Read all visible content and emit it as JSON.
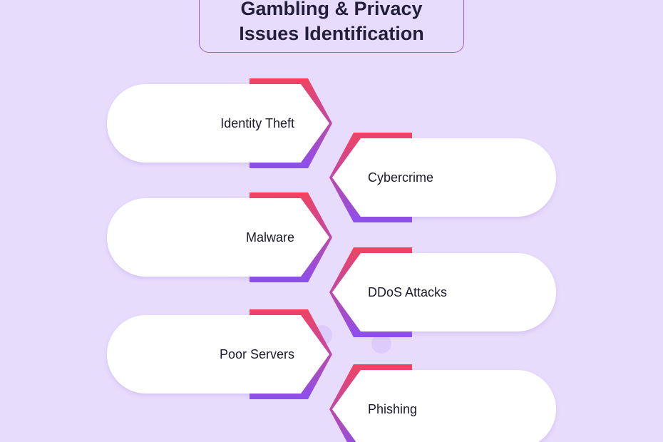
{
  "title": {
    "line1": "Gambling & Privacy",
    "line2": "Issues Identification"
  },
  "items": [
    {
      "label": "Identity Theft",
      "side": "left"
    },
    {
      "label": "Cybercrime",
      "side": "right"
    },
    {
      "label": "Malware",
      "side": "left"
    },
    {
      "label": "DDoS Attacks",
      "side": "right"
    },
    {
      "label": "Poor Servers",
      "side": "left"
    },
    {
      "label": "Phishing",
      "side": "right"
    }
  ],
  "colors": {
    "background": "#e8dcfd",
    "gradient_top": "#f2435f",
    "gradient_bottom": "#8c4ff0",
    "pill_fill": "#ffffff",
    "text": "#1b1b2b",
    "connector": "#dcccfb"
  }
}
